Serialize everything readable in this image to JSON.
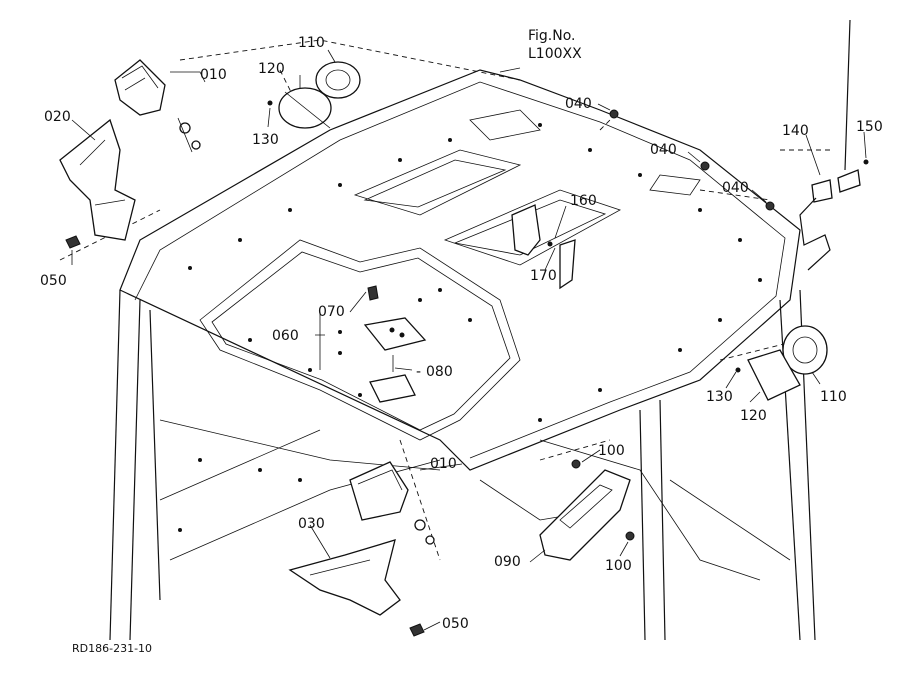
{
  "figure": {
    "fig_no_label": "Fig.No.",
    "fig_no_value": "L100XX",
    "drawing_code": "RD186-231-10"
  },
  "callouts": {
    "c010_top": "010",
    "c020": "020",
    "c050_left": "050",
    "c110_top": "110",
    "c120_top": "120",
    "c130_top": "130",
    "c040_a": "040",
    "c040_b": "040",
    "c040_c": "040",
    "c140": "140",
    "c150": "150",
    "c160": "160",
    "c170": "170",
    "c070": "070",
    "c060": "060",
    "c080": "080",
    "c110_right": "110",
    "c120_right": "120",
    "c130_right": "130",
    "c010_mid": "010",
    "c100_top": "100",
    "c100_bottom": "100",
    "c090": "090",
    "c030": "030",
    "c050_bottom": "050"
  }
}
